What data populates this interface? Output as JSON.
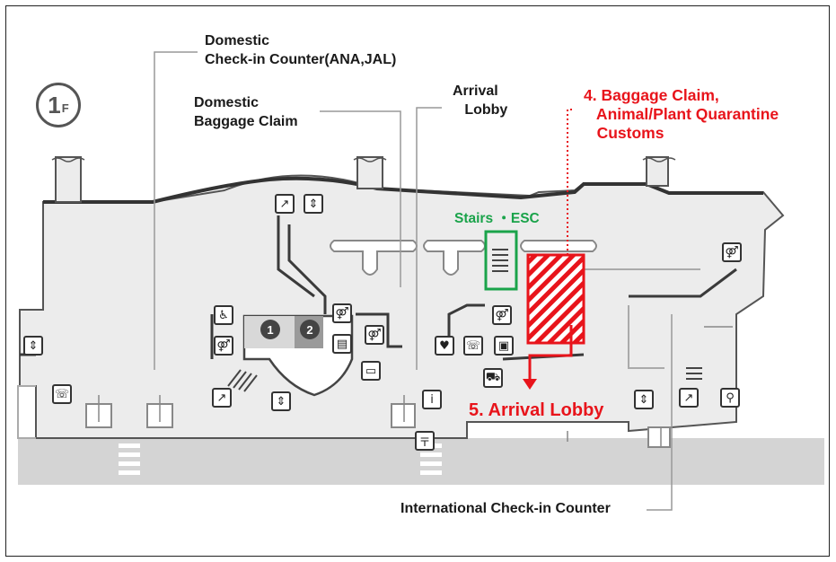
{
  "floor": {
    "label": "1",
    "suffix": "F"
  },
  "labels": {
    "domestic_checkin": "Domestic\nCheck-in Counter(ANA,JAL)",
    "domestic_baggage": "Domestic\nBaggage Claim",
    "arrival_lobby_top": "Arrival\n   Lobby",
    "baggage_claim_intl": "4. Baggage Claim,\n   Animal/Plant Quarantine\n   Customs",
    "stairs_esc": "Stairs ・ESC",
    "arrival_lobby_5": "5. Arrival Lobby",
    "intl_checkin": "International Check-in Counter"
  },
  "numbered_markers": [
    "1",
    "2"
  ],
  "colors": {
    "red": "#e8141b",
    "green": "#1aa34a",
    "floor": "#eeeeee",
    "wall": "#3a3a3a",
    "road": "#d4d4d4"
  },
  "icons": [
    "escalator-icon",
    "elevator-icon",
    "restroom-icon",
    "wheelchair-icon",
    "phone-icon",
    "info-icon",
    "baby-room-icon",
    "locker-icon",
    "taxi-icon",
    "post-office-icon",
    "bicycle-icon",
    "aed-icon"
  ]
}
